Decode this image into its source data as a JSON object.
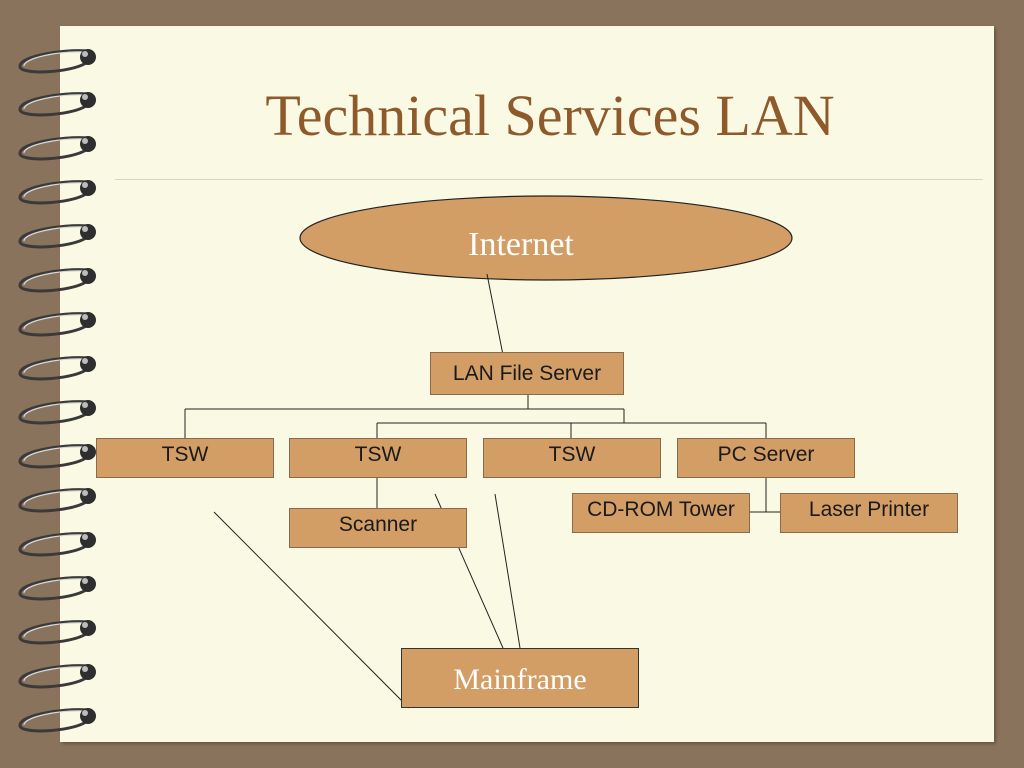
{
  "slide": {
    "title": "Technical Services LAN"
  },
  "diagram": {
    "internet": "Internet",
    "lan_file_server": "LAN File Server",
    "tsw_1": "TSW",
    "tsw_2": "TSW",
    "tsw_3": "TSW",
    "pc_server": "PC Server",
    "scanner": "Scanner",
    "cd_rom_tower": "CD-ROM Tower",
    "laser_printer": "Laser Printer",
    "mainframe": "Mainframe"
  },
  "colors": {
    "background": "#8a735c",
    "page": "#fafae4",
    "node_fill": "#d39d66",
    "title": "#8e5a2c"
  }
}
